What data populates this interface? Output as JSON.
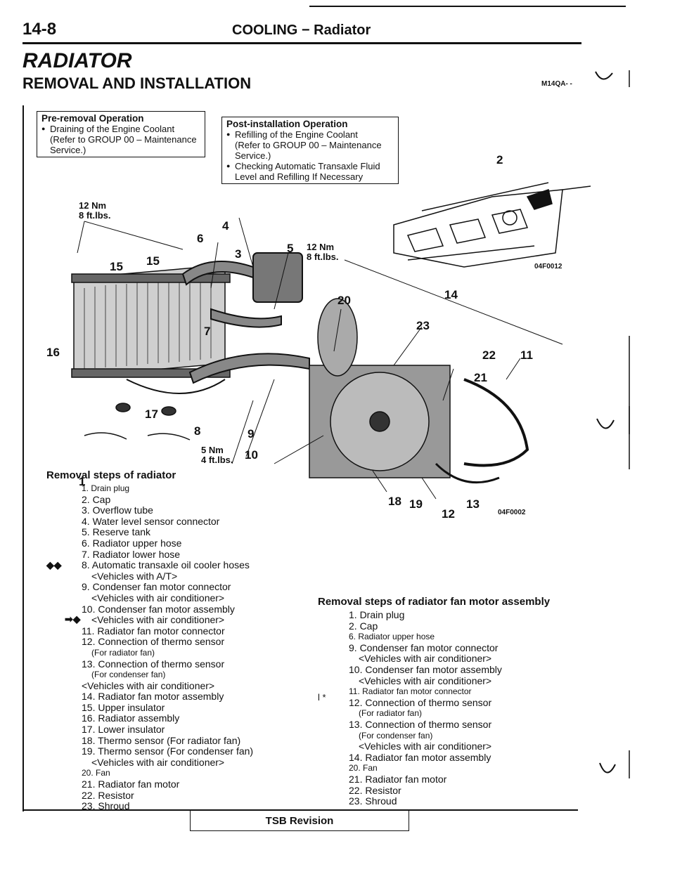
{
  "header": {
    "page_number": "14-8",
    "title": "COOLING − Radiator"
  },
  "section_title": "RADIATOR",
  "subsection_title": "REMOVAL AND INSTALLATION",
  "code": "M14QA- -",
  "pre_removal": {
    "title": "Pre-removal Operation",
    "item": "Draining of the Engine Coolant",
    "sub1": "(Refer to GROUP 00 – Maintenance",
    "sub2": "Service.)"
  },
  "post_installation": {
    "title": "Post-installation Operation",
    "item1": "Refilling of the Engine Coolant",
    "item1_sub1": "(Refer to GROUP 00 – Maintenance",
    "item1_sub2": "Service.)",
    "item2": "Checking Automatic Transaxle Fluid",
    "item2_sub": "Level and Refilling If Necessary"
  },
  "diagram": {
    "torque_a_line1": "12 Nm",
    "torque_a_line2": "8 ft.lbs.",
    "torque_b_line1": "12 Nm",
    "torque_b_line2": "8 ft.lbs.",
    "torque_c_line1": "5 Nm",
    "torque_c_line2": "4 ft.lbs.",
    "fig_code_top": "04F0012",
    "fig_code_main": "04F0002",
    "callouts": [
      "1",
      "2",
      "3",
      "4",
      "5",
      "6",
      "7",
      "8",
      "9",
      "10",
      "11",
      "12",
      "13",
      "14",
      "15",
      "15",
      "16",
      "17",
      "18",
      "19",
      "20",
      "21",
      "22",
      "23"
    ]
  },
  "radiator_steps": {
    "heading": "Removal steps of radiator",
    "mark8": "◆◆",
    "mark11": "➡◆",
    "rows": [
      "1. Drain plug",
      "2. Cap",
      "3. Overflow tube",
      "4. Water level sensor connector",
      "5. Reserve tank",
      "6. Radiator upper hose",
      "7. Radiator lower hose",
      "8. Automatic transaxle oil cooler hoses",
      "<Vehicles with A/T>",
      "9. Condenser fan motor connector",
      "<Vehicles with air conditioner>",
      "10. Condenser fan motor assembly",
      "<Vehicles with air conditioner>",
      "11. Radiator fan motor connector",
      "12. Connection of thermo sensor",
      "(For radiator fan)",
      "13. Connection of thermo sensor",
      "(For condenser fan)",
      "<Vehicles with air conditioner>",
      "14. Radiator fan motor assembly",
      "15. Upper insulator",
      "16. Radiator assembly",
      "17. Lower insulator",
      "18. Thermo sensor (For radiator fan)",
      "19. Thermo sensor (For condenser fan)",
      "<Vehicles with air conditioner>",
      "20. Fan",
      "21. Radiator fan motor",
      "22. Resistor",
      "23. Shroud"
    ]
  },
  "fan_steps": {
    "heading": "Removal steps of radiator fan motor assembly",
    "mark11": "l  *",
    "rows": [
      "1. Drain plug",
      "2. Cap",
      "6. Radiator upper hose",
      "9. Condenser fan motor connector",
      "<Vehicles with air conditioner>",
      "10. Condenser fan motor assembly",
      "<Vehicles with air conditioner>",
      "11. Radiator fan motor connector",
      "12. Connection of thermo sensor",
      "(For radiator fan)",
      "13. Connection of thermo sensor",
      "(For condenser fan)",
      "<Vehicles with air conditioner>",
      "14. Radiator fan motor assembly",
      "20. Fan",
      "21. Radiator fan motor",
      "22. Resistor",
      "23. Shroud"
    ]
  },
  "footer": {
    "tsb": "TSB Revision"
  }
}
